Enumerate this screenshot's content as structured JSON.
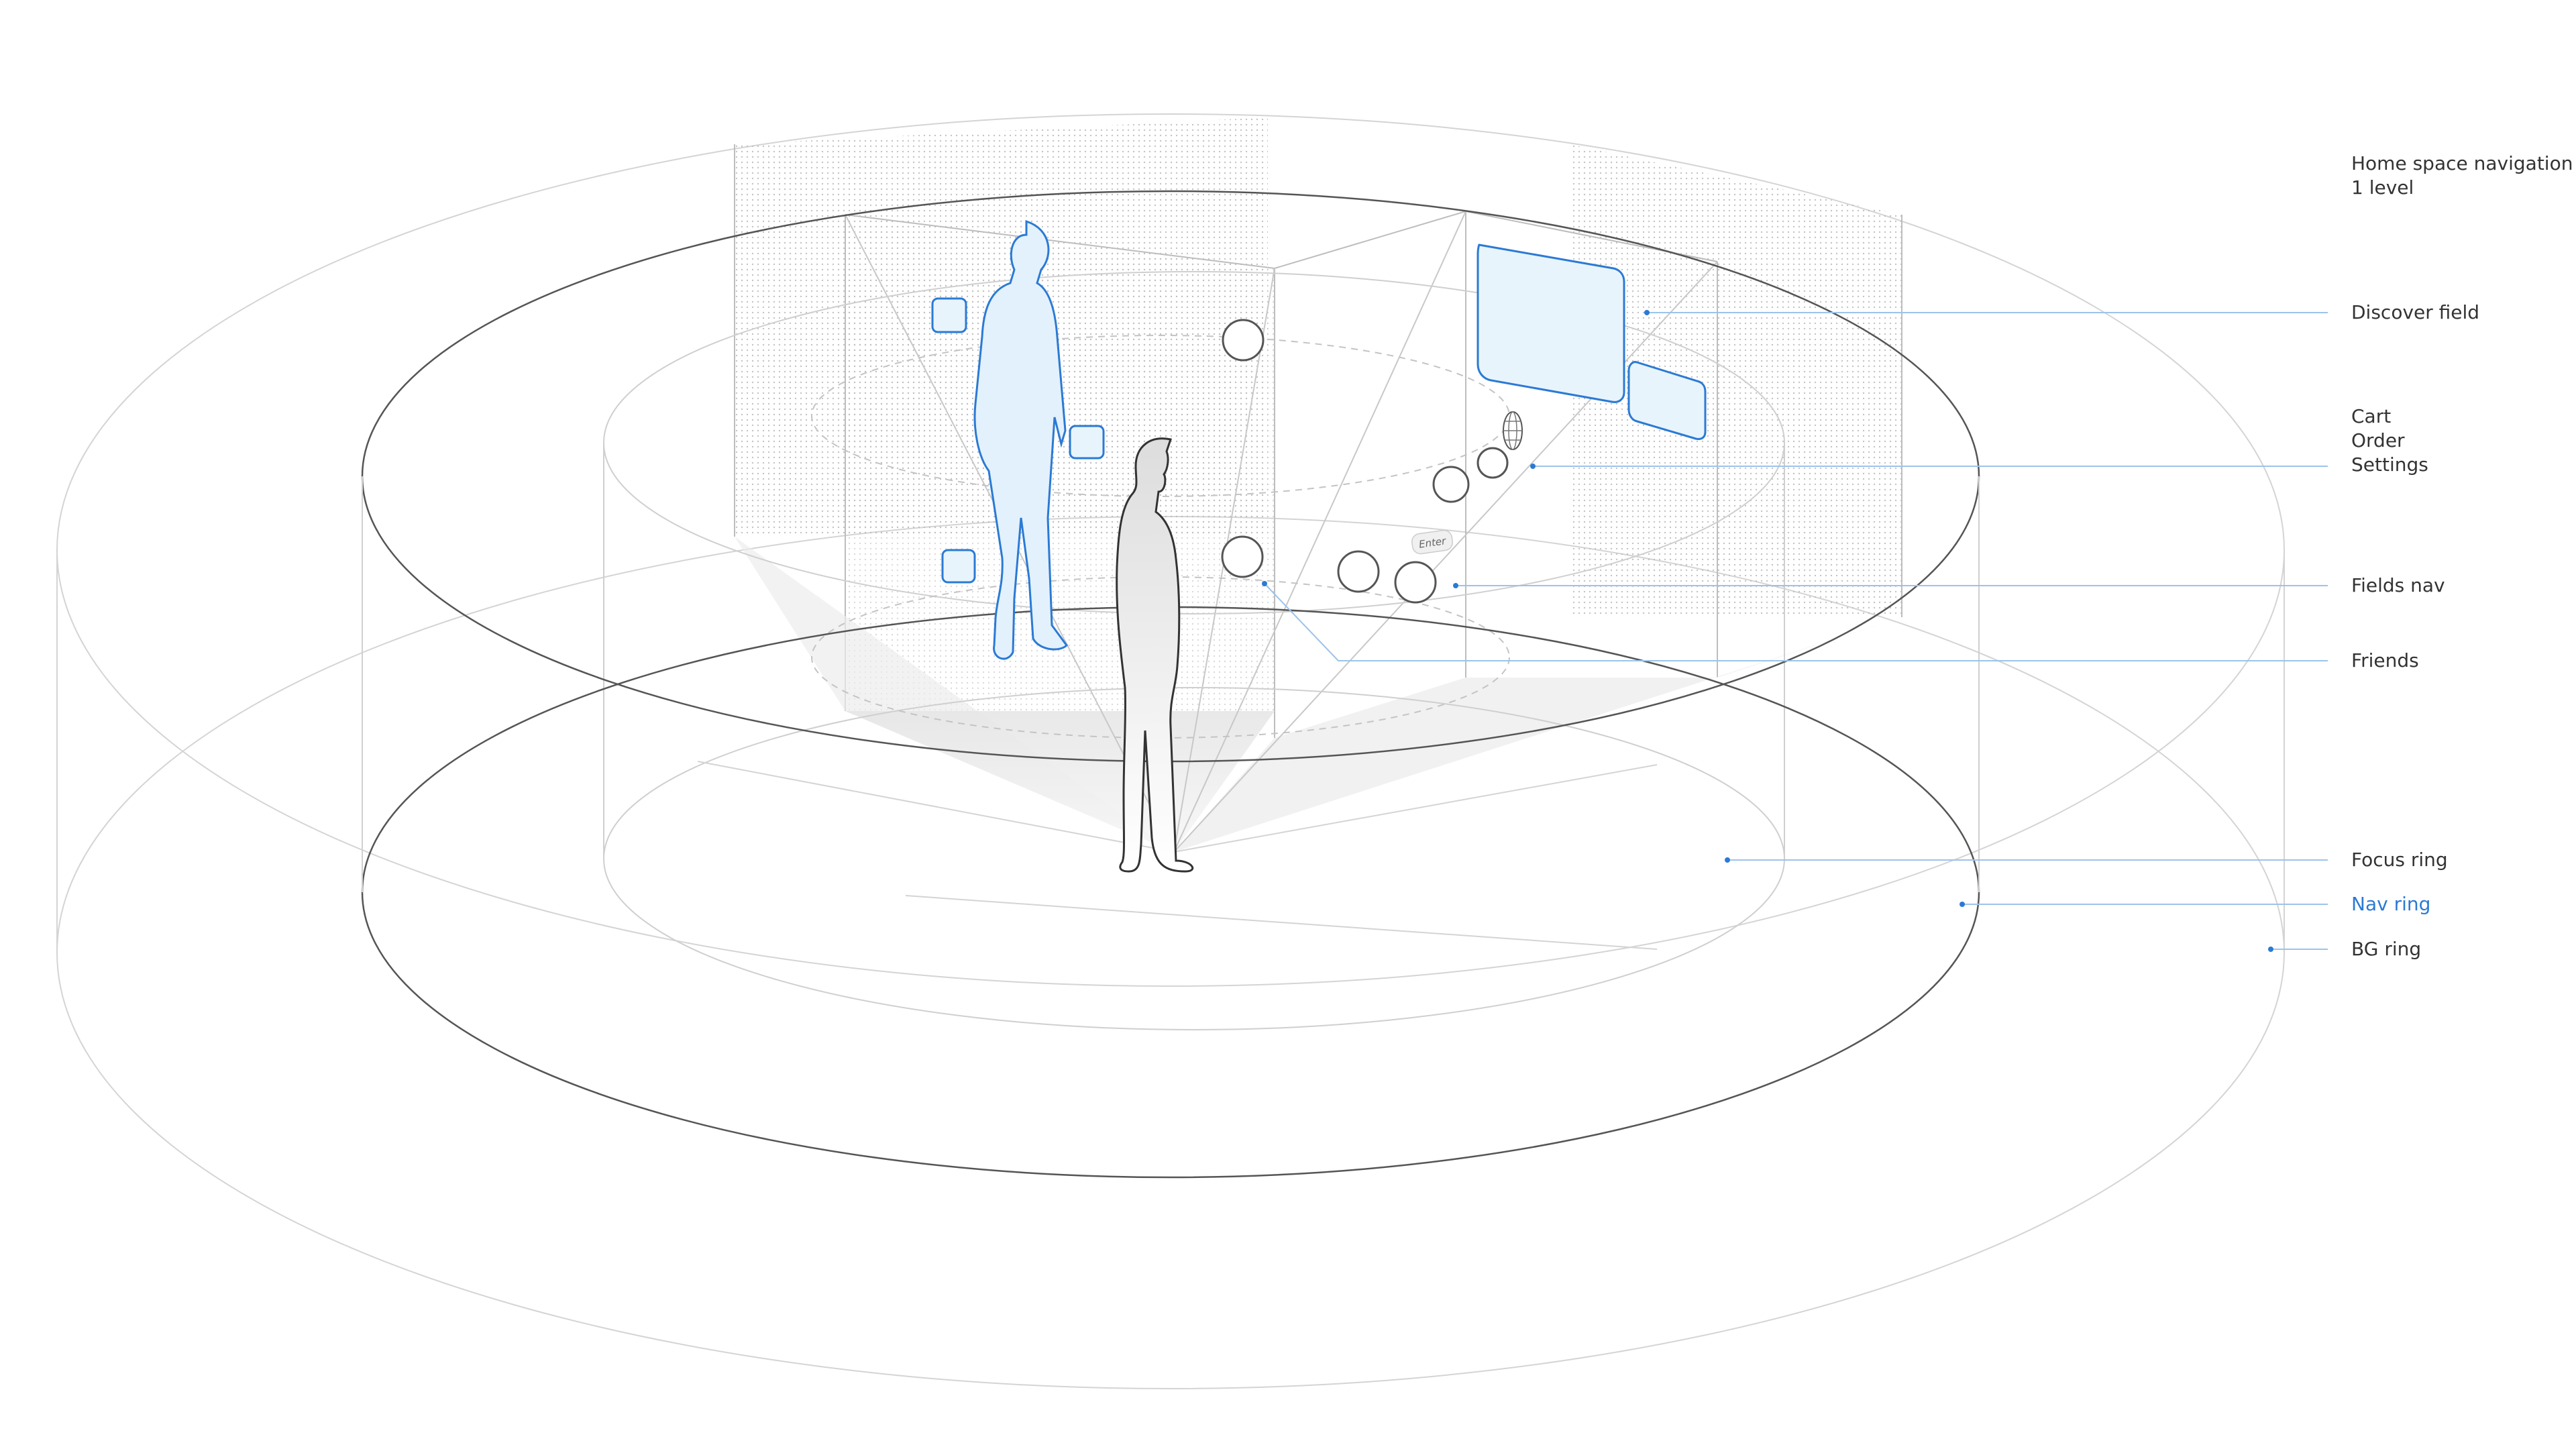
{
  "title": {
    "line1": "Home space navigation",
    "line2": "1 level"
  },
  "labels": {
    "discover_field": "Discover field",
    "cart": "Cart",
    "order": "Order",
    "settings": "Settings",
    "fields_nav": "Fields nav",
    "friends": "Friends",
    "focus_ring": "Focus ring",
    "nav_ring": "Nav ring",
    "bg_ring": "BG ring"
  },
  "scene": {
    "enter_button": "Enter"
  },
  "colors": {
    "accent": "#2b7ad4",
    "line": "#cfcfcf",
    "ring_dark": "#555555",
    "panel_fill": "#e8f4fc"
  }
}
